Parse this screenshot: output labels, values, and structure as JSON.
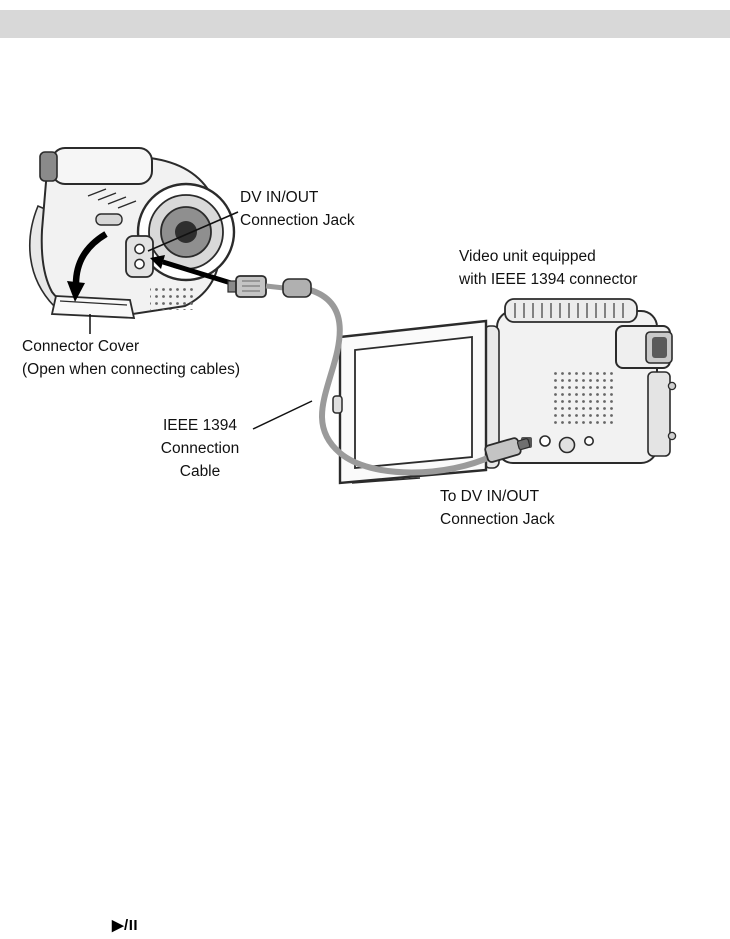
{
  "page": {
    "background": "#ffffff",
    "header_bar_color": "#d8d8d8"
  },
  "diagram": {
    "labels": {
      "dv_jack": "DV IN/OUT\nConnection Jack",
      "video_unit": "Video unit equipped\nwith IEEE 1394 connector",
      "connector_cover": "Connector Cover\n(Open when connecting cables)",
      "cable": "IEEE 1394\nConnection Cable",
      "to_dv_jack": "To DV IN/OUT\nConnection Jack"
    },
    "colors": {
      "line_art": "#2b2b2b",
      "cable": "#9a9a9a"
    }
  },
  "footer": {
    "play_pause_symbol": "▶/II"
  }
}
